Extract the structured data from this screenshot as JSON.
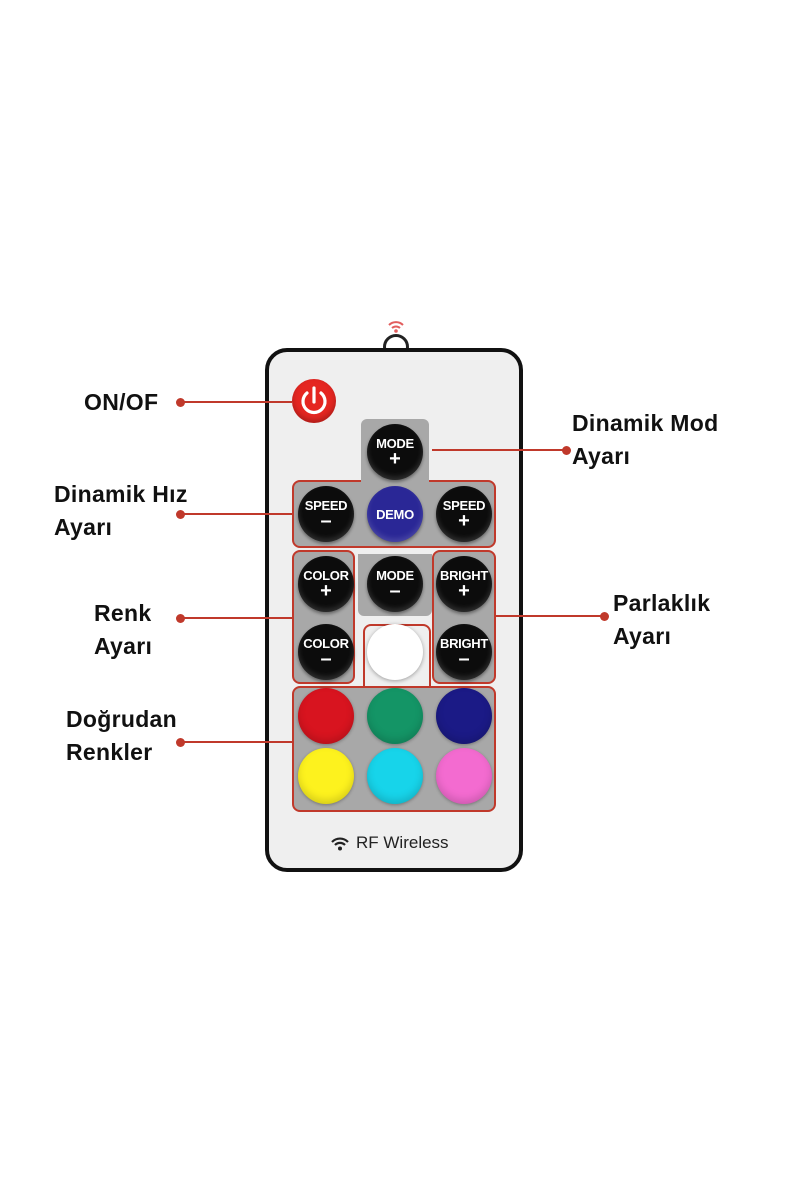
{
  "remote": {
    "buttons": {
      "mode_plus": {
        "label": "MODE",
        "sign": "+"
      },
      "speed_minus": {
        "label": "SPEED",
        "sign": "–"
      },
      "demo": {
        "label": "DEMO"
      },
      "speed_plus": {
        "label": "SPEED",
        "sign": "+"
      },
      "color_plus": {
        "label": "COLOR",
        "sign": "+"
      },
      "mode_minus": {
        "label": "MODE",
        "sign": "–"
      },
      "bright_plus": {
        "label": "BRIGHT",
        "sign": "+"
      },
      "color_minus": {
        "label": "COLOR",
        "sign": "–"
      },
      "bright_minus": {
        "label": "BRIGHT",
        "sign": "–"
      }
    },
    "color_buttons": [
      "#d8141f",
      "#149566",
      "#1b1a86",
      "#fdf21e",
      "#17d4ea",
      "#f36bd0"
    ],
    "white_button": "#ffffff",
    "power_color": "#e52621",
    "footer": {
      "icon": "wifi-icon",
      "text": "RF Wireless"
    }
  },
  "annotations": {
    "on_off": {
      "line1": "ON/OF"
    },
    "dynamic_mode": {
      "line1": "Dinamik Mod",
      "line2": "Ayarı"
    },
    "dynamic_speed": {
      "line1": "Dinamik Hız",
      "line2": "Ayarı"
    },
    "color_adjust": {
      "line1": "Renk",
      "line2": "Ayarı"
    },
    "brightness": {
      "line1": "Parlaklık",
      "line2": "Ayarı"
    },
    "direct_colors": {
      "line1": "Doğrudan",
      "line2": "Renkler"
    }
  },
  "accent_color": "#c0392b"
}
